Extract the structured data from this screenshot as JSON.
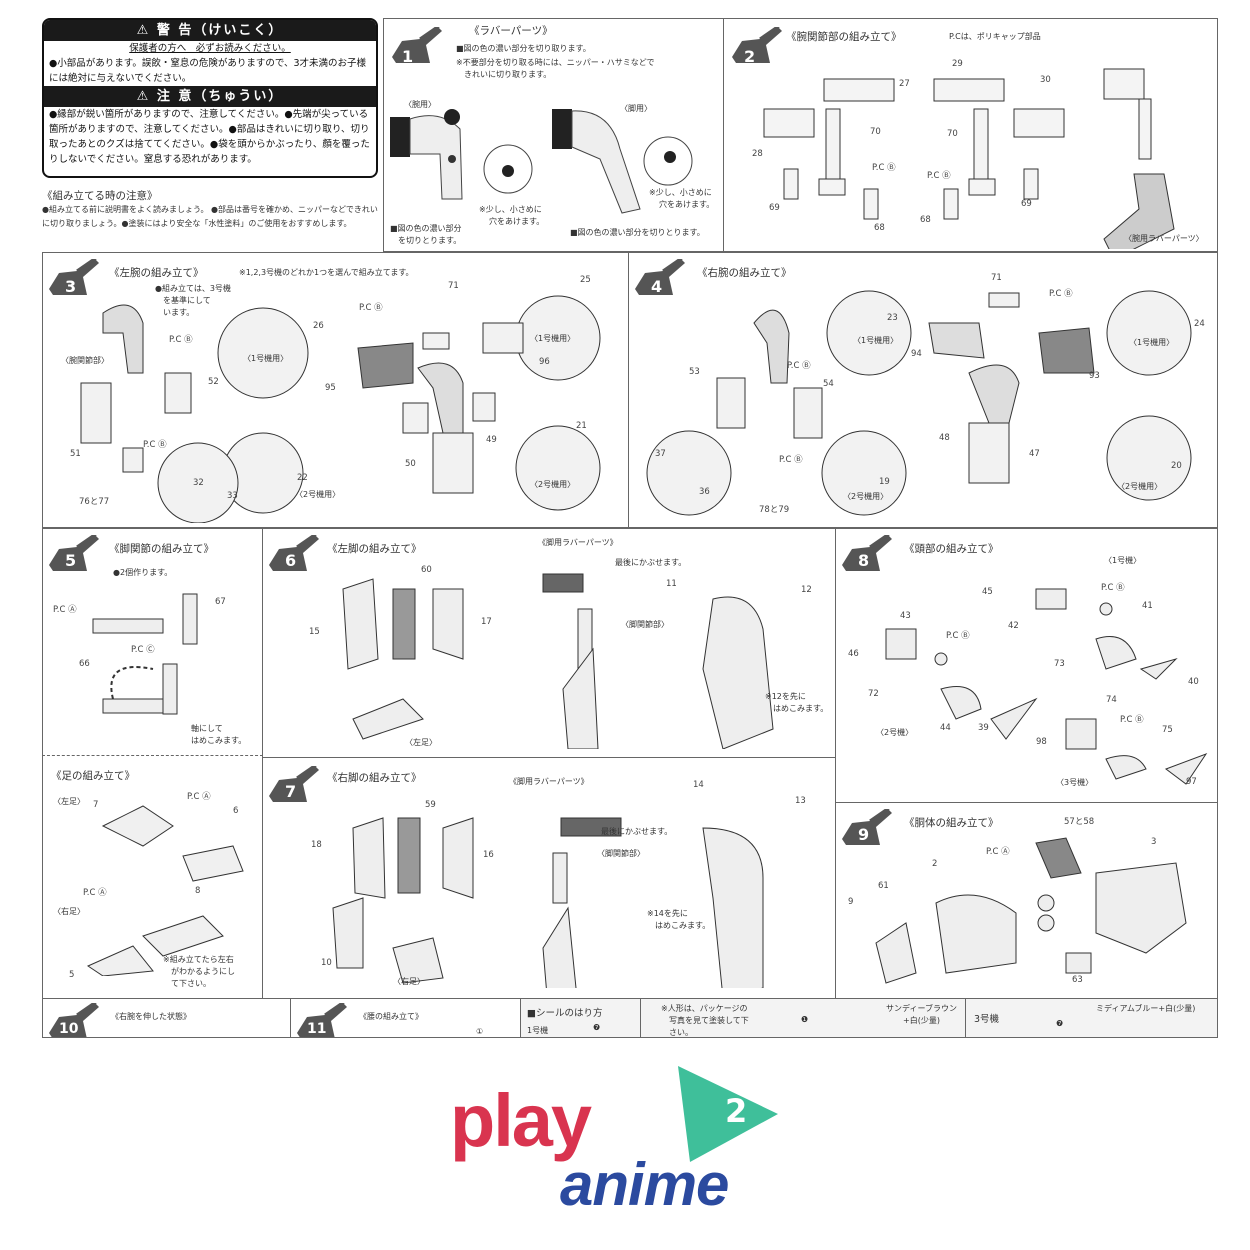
{
  "warning": {
    "title1": "⚠ 警 告（けいこく）",
    "sub": "保護者の方へ　必ずお読みください。",
    "text1": "●小部品があります。誤飲・窒息の危険がありますので、3才未満のお子様には絶対に与えないでください。",
    "title2": "⚠ 注 意（ちゅうい）",
    "text2": "●縁部が鋭い箇所がありますので、注意してください。●先端が尖っている箇所がありますので、注意してください。●部品はきれいに切り取り、切り取ったあとのクズは捨ててください。●袋を頭からかぶったり、顔を覆ったりしないでください。窒息する恐れがあります。"
  },
  "notes": {
    "title": "《組み立てる時の注意》",
    "line1": "●組み立てる前に説明書をよく読みましょう。 ●部品は番号を確かめ、ニッパーなどできれい",
    "line2": "に切り取りましょう。●塗装にはより安全な「水性塗料」のご使用をおすすめします。"
  },
  "step1": {
    "num": "1",
    "title": "《ラバーパーツ》",
    "inst1": "■図の色の濃い部分を切り取ります。",
    "inst2": "※不要部分を切り取る時には、ニッパー・ハサミなどで",
    "inst3": "きれいに切り取ります。",
    "arm": "〈腕用〉",
    "leg": "〈脚用〉",
    "hole1": "※少し、小さめに",
    "hole2": "穴をあけます。",
    "note_arm1": "■図の色の濃い部分",
    "note_arm2": "を切りとります。",
    "note_leg": "■図の色の濃い部分を切りとります。"
  },
  "step2": {
    "num": "2",
    "title": "《腕関節部の組み立て》",
    "pc_note": "P.Cは、ポリキャップ部品",
    "rubber": "〈腕用ラバーパーツ〉",
    "parts": [
      "27",
      "28",
      "70",
      "P.C Ⓑ",
      "69",
      "68",
      "29",
      "30",
      "70",
      "P.C Ⓑ",
      "68",
      "69"
    ]
  },
  "step3": {
    "num": "3",
    "title": "《左腕の組み立て》",
    "note": "※1,2,3号機のどれか1つを選んで組み立てます。",
    "base1": "●組み立ては、3号機",
    "base2": "を基準にして",
    "base3": "います。",
    "joint": "〈腕関節部〉",
    "unit1": "〈1号機用〉",
    "unit2": "〈2号機用〉",
    "parts": [
      "P.C Ⓑ",
      "52",
      "51",
      "P.C Ⓑ",
      "76と77",
      "32",
      "33",
      "26",
      "22",
      "71",
      "P.C Ⓑ",
      "95",
      "96",
      "25",
      "50",
      "49",
      "21"
    ]
  },
  "step4": {
    "num": "4",
    "title": "《右腕の組み立て》",
    "unit1": "〈1号機用〉",
    "unit2": "〈2号機用〉",
    "parts": [
      "71",
      "P.C Ⓑ",
      "23",
      "24",
      "94",
      "93",
      "53",
      "P.C Ⓑ",
      "54",
      "P.C Ⓑ",
      "37",
      "36",
      "78と79",
      "19",
      "48",
      "47",
      "20"
    ]
  },
  "step5": {
    "num": "5",
    "title": "《脚関節の組み立て》",
    "note": "●2個作ります。",
    "parts": [
      "P.C Ⓐ",
      "67",
      "66",
      "P.C Ⓒ"
    ],
    "axis1": "軸にして",
    "axis2": "はめこみます。"
  },
  "foot": {
    "title": "《足の組み立て》",
    "left": "〈左足〉",
    "right": "〈右足〉",
    "parts": [
      "P.C Ⓐ",
      "7",
      "6",
      "P.C Ⓐ",
      "8",
      "5"
    ],
    "note1": "※組み立てたら左右",
    "note2": "がわかるようにし",
    "note3": "て下さい。"
  },
  "step6": {
    "num": "6",
    "title": "《左脚の組み立て》",
    "rubber": "《脚用ラバーパーツ》",
    "last": "最後にかぶせます。",
    "joint": "〈脚関節部〉",
    "foot": "〈左足〉",
    "first1": "※12を先に",
    "first2": "はめこみます。",
    "parts": [
      "60",
      "15",
      "17",
      "11",
      "12"
    ]
  },
  "step7": {
    "num": "7",
    "title": "《右脚の組み立て》",
    "rubber": "《脚用ラバーパーツ》",
    "last": "最後にかぶせます。",
    "joint": "〈脚関節部〉",
    "foot": "〈右足〉",
    "first1": "※14を先に",
    "first2": "はめこみます。",
    "parts": [
      "59",
      "18",
      "16",
      "10",
      "14",
      "13"
    ]
  },
  "step8": {
    "num": "8",
    "title": "《頭部の組み立て》",
    "unit1": "〈1号機〉",
    "unit2": "〈2号機〉",
    "unit3": "〈3号機〉",
    "parts": [
      "45",
      "P.C Ⓑ",
      "41",
      "42",
      "43",
      "46",
      "P.C Ⓑ",
      "73",
      "40",
      "72",
      "44",
      "39",
      "98",
      "74",
      "P.C Ⓑ",
      "75",
      "97"
    ]
  },
  "step9": {
    "num": "9",
    "title": "《胴体の組み立て》",
    "parts": [
      "57と58",
      "3",
      "P.C Ⓐ",
      "2",
      "61",
      "9",
      "63"
    ]
  },
  "step10": {
    "num": "10",
    "title": "《右腕を伸した状態》"
  },
  "step11": {
    "num": "11",
    "title": "《腰の組み立て》",
    "part": "①"
  },
  "sticker": {
    "title": "■シールのはり方",
    "unit1": "1号機",
    "mark": "❼"
  },
  "paint": {
    "note1": "※人形は、パッケージの",
    "note2": "写真を見て塗装して下",
    "note3": "さい。",
    "color1": "サンディーブラウン",
    "color1b": "+白(少量)",
    "mark": "❶"
  },
  "unit3": {
    "label": "3号機",
    "color": "ミディアムブルー+白(少量)",
    "mark": "❼"
  },
  "logo": {
    "play": "play",
    "two": "2",
    "anime": "anime",
    "colors": {
      "play": "#d9344f",
      "triangle": "#3fbf9a",
      "anime": "#2b4a9f"
    }
  }
}
